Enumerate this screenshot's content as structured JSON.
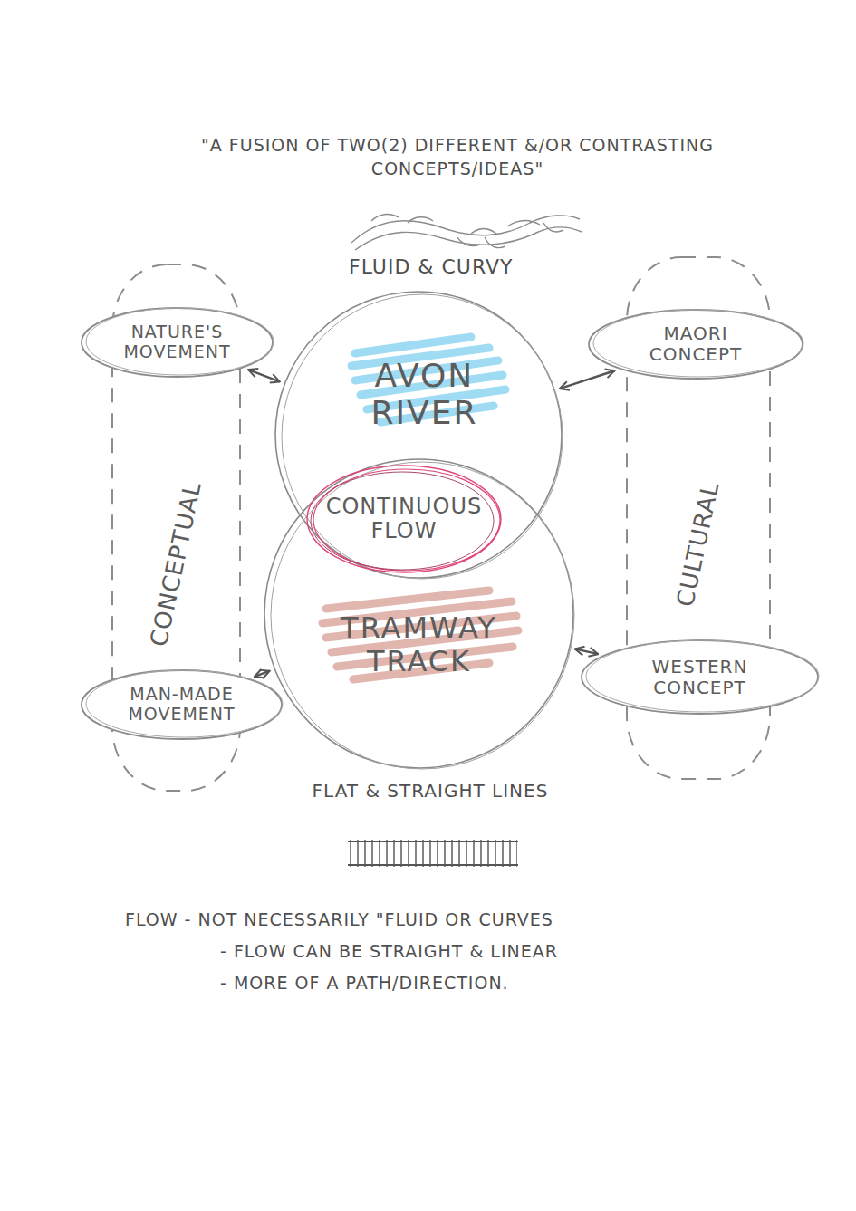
{
  "diagram": {
    "title": "\"A FUSION OF TWO(2) DIFFERENT &/OR CONTRASTING CONCEPTS/IDEAS\"",
    "nodes": [
      {
        "text": [
          "CONCEPTUAL"
        ]
      },
      {
        "text": [
          "NATURE'S MOVEMENT"
        ],
        "in": 0
      },
      {
        "text": [
          "MAN-MADE MOVEMENT"
        ],
        "in": 0
      },
      {
        "text": [
          "AVON RIVER"
        ]
      },
      {
        "text": [
          "CONTINUOUS FLOW"
        ]
      },
      {
        "text": [
          "TRAMWAY TRACK"
        ]
      },
      {
        "text": [
          "CULTURAL"
        ]
      },
      {
        "text": [
          "MAORI CONCEPT"
        ],
        "in": 6
      },
      {
        "text": [
          "WESTERN CONCEPT"
        ],
        "in": 6
      }
    ],
    "edges": [
      {
        "from": 1,
        "to": 3,
        "arrow": "both"
      },
      {
        "from": 7,
        "to": 3,
        "arrow": "both"
      },
      {
        "from": 2,
        "to": 5,
        "arrow": "both"
      },
      {
        "from": 5,
        "to": 8,
        "arrow": "both"
      }
    ],
    "labels": [
      "FLUID & CURVY",
      "FLAT & STRAIGHT LINES",
      "FLOW - NOT NECESSARILY \"FLUID OR CURVES",
      "- FLOW CAN BE STRAIGHT & LINEAR",
      "- MORE OF A PATH/DIRECTION."
    ]
  }
}
